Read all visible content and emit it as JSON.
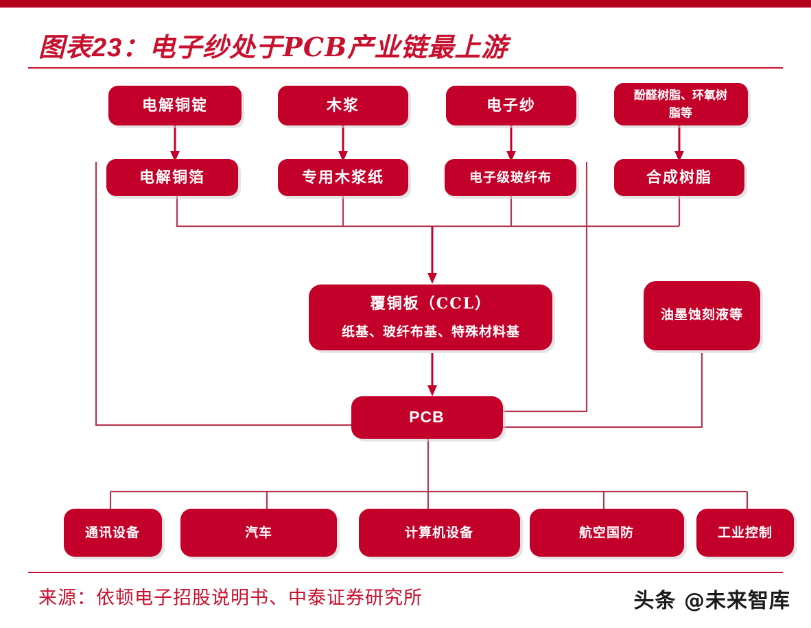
{
  "header": {
    "figure_label": "图表23：",
    "title": "电子纱处于PCB产业链最上游"
  },
  "footer": {
    "source": "来源：依顿电子招股说明书、中泰证券研究所",
    "watermark": "头条 @未来智库"
  },
  "colors": {
    "brand_red": "#c30029",
    "title_red": "#c8102e",
    "rule_red": "#b3001b",
    "connector": "#b3384f",
    "node_text": "#ffffff"
  },
  "chart_data": {
    "type": "diagram",
    "title": "电子纱处于PCB产业链最上游",
    "orientation": "top-to-bottom",
    "tiers": [
      {
        "name": "raw-materials",
        "nodes": [
          "电解铜锭",
          "木浆",
          "电子纱",
          "酚醛树脂、环氧树脂等"
        ]
      },
      {
        "name": "intermediate-materials",
        "nodes": [
          "电解铜箔",
          "专用木浆纸",
          "电子级玻纤布",
          "合成树脂"
        ]
      },
      {
        "name": "substrate",
        "nodes": [
          "覆铜板（CCL）",
          "油墨蚀刻液等"
        ]
      },
      {
        "name": "product",
        "nodes": [
          "PCB"
        ]
      },
      {
        "name": "applications",
        "nodes": [
          "通讯设备",
          "汽车",
          "计算机设备",
          "航空国防",
          "工业控制"
        ]
      }
    ],
    "edges": [
      {
        "from": "电解铜锭",
        "to": "电解铜箔"
      },
      {
        "from": "木浆",
        "to": "专用木浆纸"
      },
      {
        "from": "电子纱",
        "to": "电子级玻纤布"
      },
      {
        "from": "酚醛树脂、环氧树脂等",
        "to": "合成树脂"
      },
      {
        "from": "专用木浆纸",
        "to": "覆铜板（CCL）"
      },
      {
        "from": "电子级玻纤布",
        "to": "覆铜板（CCL）"
      },
      {
        "from": "合成树脂",
        "to": "覆铜板（CCL）"
      },
      {
        "from": "覆铜板（CCL）",
        "to": "PCB"
      },
      {
        "from": "电解铜箔",
        "to": "PCB"
      },
      {
        "from": "电子级玻纤布",
        "to": "PCB"
      },
      {
        "from": "油墨蚀刻液等",
        "to": "PCB"
      },
      {
        "from": "PCB",
        "to": "通讯设备"
      },
      {
        "from": "PCB",
        "to": "汽车"
      },
      {
        "from": "PCB",
        "to": "计算机设备"
      },
      {
        "from": "PCB",
        "to": "航空国防"
      },
      {
        "from": "PCB",
        "to": "工业控制"
      }
    ]
  },
  "nodes": {
    "r1c1": "电解铜锭",
    "r1c2": "木浆",
    "r1c3": "电子纱",
    "r1c4_line1": "酚醛树脂、环氧树",
    "r1c4_line2": "脂等",
    "r2c1": "电解铜箔",
    "r2c2": "专用木浆纸",
    "r2c3": "电子级玻纤布",
    "r2c4": "合成树脂",
    "ccl_line1": "覆铜板（CCL）",
    "ccl_line2": "纸基、玻纤布基、特殊材料基",
    "ink": "油墨蚀刻液等",
    "pcb": "PCB",
    "app1": "通讯设备",
    "app2": "汽车",
    "app3": "计算机设备",
    "app4": "航空国防",
    "app5": "工业控制"
  }
}
